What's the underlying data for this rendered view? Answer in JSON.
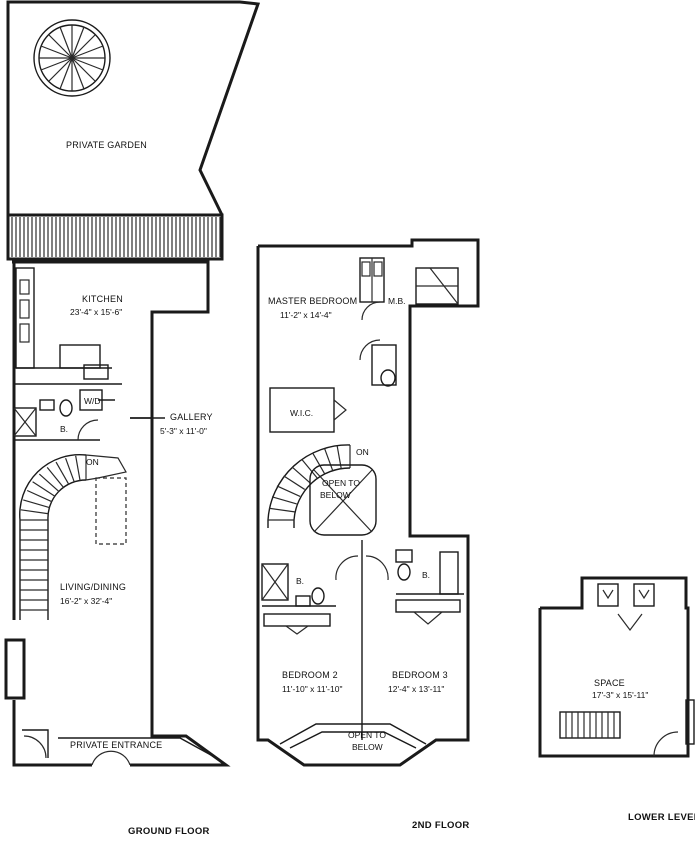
{
  "ground": {
    "garden": "PRIVATE GARDEN",
    "kitchen": "KITCHEN",
    "kitchen_dim": "23'-4\" x 15'-6\"",
    "gallery": "GALLERY",
    "gallery_dim": "5'-3\" x 11'-0\"",
    "bath": "B.",
    "wd": "W/D",
    "on": "ON",
    "living": "LIVING/DINING",
    "living_dim": "16'-2\" x 32'-4\"",
    "entrance": "PRIVATE ENTRANCE",
    "caption": "GROUND FLOOR"
  },
  "second": {
    "master": "MASTER BEDROOM",
    "master_dim": "11'-2\" x 14'-4\"",
    "mb": "M.B.",
    "wic": "W.I.C.",
    "on": "ON",
    "open_below_1": "OPEN TO",
    "open_below_2": "BELOW",
    "bath_1": "B.",
    "bath_2": "B.",
    "bed2": "BEDROOM 2",
    "bed2_dim": "11'-10\" x 11'-10\"",
    "bed3": "BEDROOM 3",
    "bed3_dim": "12'-4\" x 13'-11\"",
    "open_below_3": "OPEN TO",
    "open_below_4": "BELOW",
    "caption": "2ND FLOOR"
  },
  "lower": {
    "space": "SPACE",
    "space_dim": "17'-3\" x 15'-11\"",
    "caption": "LOWER LEVEL"
  }
}
